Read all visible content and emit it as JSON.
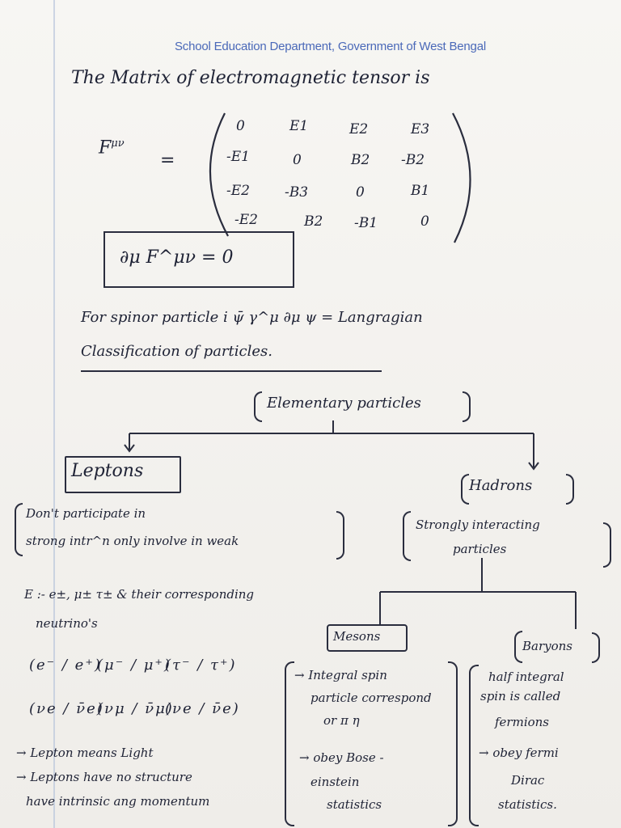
{
  "header": "School Education Department, Government of West Bengal",
  "title_line": "The Matrix of electromagnetic tensor is",
  "matrix": {
    "symbol": "F",
    "superscript": "μν",
    "equals": "=",
    "rows": [
      [
        "0",
        "E1",
        "E2",
        "E3"
      ],
      [
        "-E1",
        "0",
        "B2",
        "-B2"
      ],
      [
        "-E2",
        "-B3",
        "0",
        "B1"
      ],
      [
        "-E2",
        "B2",
        "-B1",
        "0"
      ]
    ]
  },
  "boxed_equation": "∂μ F^μν = 0",
  "spinor_line": "For spinor particle i ψ̄ γ^μ ∂μ ψ = Langragian",
  "classification_line": "Classification of particles.",
  "tree": {
    "root": "Elementary particles",
    "left": {
      "title": "Leptons",
      "desc_line1": "Don't participate in",
      "desc_line2": "strong intr^n only involve in weak",
      "example_line1": "E :- e±, μ± τ± & their corresponding",
      "example_line2": "neutrino's",
      "doublets_row1": [
        "(e⁻ / e⁺)",
        "(μ⁻ / μ⁺)",
        "(τ⁻ / τ⁺)"
      ],
      "doublets_row2": [
        "(νe / ν̄e)",
        "(νμ / ν̄μ)",
        "(νe / ν̄e)"
      ],
      "notes": [
        "→ Lepton means Light",
        "→ Leptons have no structure",
        "have intrinsic ang momentum"
      ]
    },
    "right": {
      "title": "Hadrons",
      "desc_line1": "Strongly interacting",
      "desc_line2": "particles",
      "children": [
        {
          "title": "Mesons",
          "notes": [
            "→ Integral spin",
            "particle correspond",
            "or π η",
            "→ obey Bose -",
            "einstein",
            "statistics"
          ]
        },
        {
          "title": "Baryons",
          "notes": [
            "half integral",
            "spin is called",
            "fermions",
            "→ obey fermi",
            "Dirac",
            "statistics."
          ]
        }
      ]
    }
  }
}
